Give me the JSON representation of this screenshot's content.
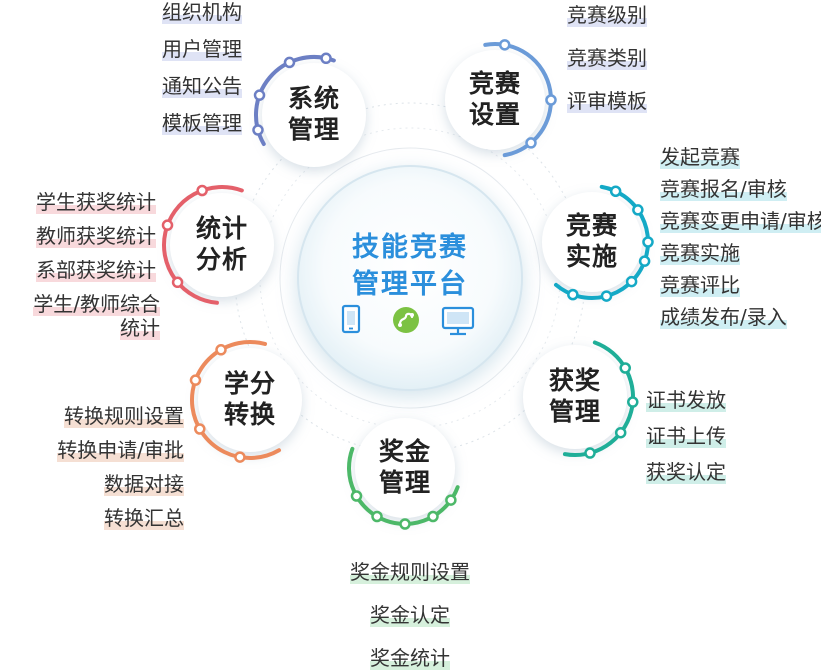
{
  "center": {
    "title_line1": "技能竞赛",
    "title_line2": "管理平台",
    "icons": [
      "mobile-phone-icon",
      "mini-program-icon",
      "desktop-monitor-icon"
    ]
  },
  "modules": [
    {
      "id": "system",
      "line1": "系统",
      "line2": "管理",
      "color": "#6c7fc4",
      "items": [
        "组织机构",
        "用户管理",
        "通知公告",
        "模板管理"
      ]
    },
    {
      "id": "contest-settings",
      "line1": "竞赛",
      "line2": "设置",
      "color": "#6b9bd8",
      "items": [
        "竞赛级别",
        "竞赛类别",
        "评审模板"
      ]
    },
    {
      "id": "contest-execution",
      "line1": "竞赛",
      "line2": "实施",
      "color": "#14a9c6",
      "items": [
        "发起竞赛",
        "竞赛报名/审核",
        "竞赛变更申请/审核",
        "竞赛实施",
        "竞赛评比",
        "成绩发布/录入"
      ]
    },
    {
      "id": "award",
      "line1": "获奖",
      "line2": "管理",
      "color": "#1fae98",
      "items": [
        "证书发放",
        "证书上传",
        "获奖认定"
      ]
    },
    {
      "id": "bonus",
      "line1": "奖金",
      "line2": "管理",
      "color": "#4cb868",
      "items": [
        "奖金规则设置",
        "奖金认定",
        "奖金统计"
      ]
    },
    {
      "id": "credit",
      "line1": "学分",
      "line2": "转换",
      "color": "#ec8a5c",
      "items": [
        "转换规则设置",
        "转换申请/审批",
        "数据对接",
        "转换汇总"
      ]
    },
    {
      "id": "stats",
      "line1": "统计",
      "line2": "分析",
      "color": "#e4606a",
      "items": [
        "学生获奖统计",
        "教师获奖统计",
        "系部获奖统计",
        "学生/教师综合统计"
      ]
    }
  ]
}
